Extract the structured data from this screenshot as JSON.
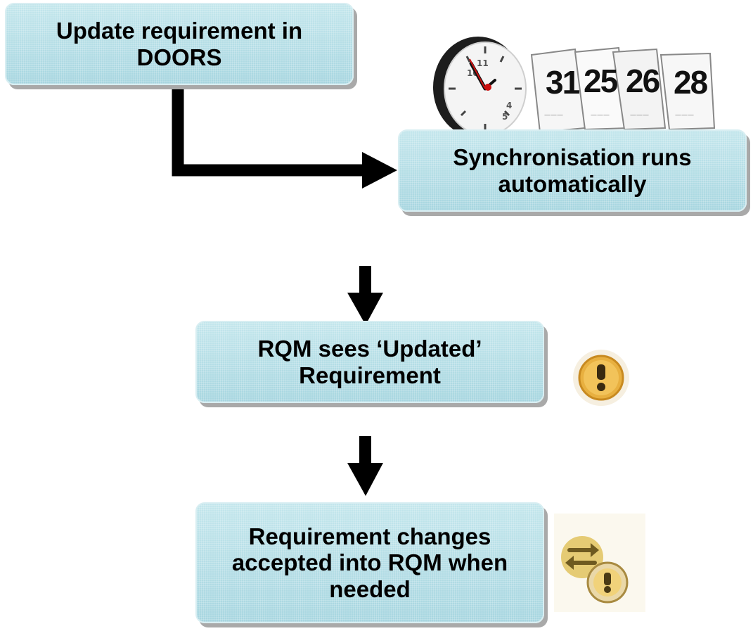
{
  "flow": {
    "step1": "Update requirement in DOORS",
    "step2": "Synchronisation runs automatically",
    "step3": "RQM sees ‘Updated’ Requirement",
    "step4": "Requirement changes accepted into RQM when needed"
  },
  "calendar": {
    "pages": [
      "31",
      "25",
      "26",
      "28"
    ]
  },
  "colors": {
    "box_fill": "#b3dce5",
    "arrow": "#000000",
    "warning_badge": "#e8b040"
  },
  "icons": [
    "clock-icon",
    "calendar-icon",
    "warning-icon",
    "accept-changes-icon"
  ]
}
